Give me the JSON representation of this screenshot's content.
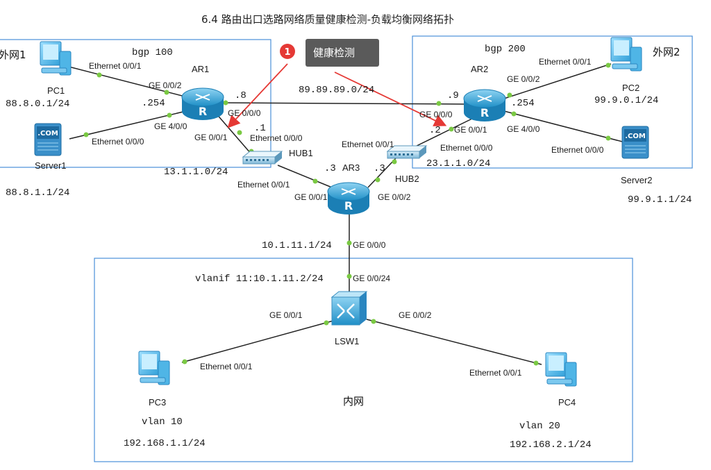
{
  "title": "6.4 路由出口选路网络质量健康检测-负载均衡网络拓扑",
  "callout": {
    "number": "1",
    "text": "健康检测"
  },
  "zones": {
    "ext1": "外网1",
    "ext2": "外网2",
    "internal": "内网",
    "bgp100": "bgp 100",
    "bgp200": "bgp 200"
  },
  "devices": {
    "pc1": "PC1",
    "pc2": "PC2",
    "pc3": "PC3",
    "pc4": "PC4",
    "server1": "Server1",
    "server2": "Server2",
    "ar1": "AR1",
    "ar2": "AR2",
    "ar3": "AR3",
    "hub1": "HUB1",
    "hub2": "HUB2",
    "lsw1": "LSW1"
  },
  "addresses": {
    "pc1": "88.8.0.1/24",
    "server1": "88.8.1.1/24",
    "pc2": "99.9.0.1/24",
    "server2": "99.9.1.1/24",
    "ar1_ar2_net": "89.89.89.0/24",
    "ar1_hub_net": "13.1.1.0/24",
    "ar2_hub_net": "23.1.1.0/24",
    "ar3_uplink": "10.1.11.1/24",
    "lsw_vlanif": "vlanif 11:10.1.11.2/24",
    "pc3": "192.168.1.1/24",
    "pc4": "192.168.2.1/24",
    "vlan10": "vlan 10",
    "vlan20": "vlan 20"
  },
  "hosts": {
    "ar1_254": ".254",
    "ar1_8": ".8",
    "ar1_1": ".1",
    "ar2_9": ".9",
    "ar2_254": ".254",
    "ar2_2": ".2",
    "ar3_3a": ".3",
    "ar3_3b": ".3"
  },
  "ports": {
    "pc1_eth": "Ethernet 0/0/1",
    "ar1_ge002": "GE 0/0/2",
    "server1_eth": "Ethernet 0/0/0",
    "ar1_ge400": "GE 4/0/0",
    "ar1_ge000": "GE 0/0/0",
    "ar1_ge001": "GE 0/0/1",
    "hub1_eth000": "Ethernet 0/0/0",
    "hub1_eth001": "Ethernet 0/0/1",
    "ar3_ge001": "GE 0/0/1",
    "ar3_ge002": "GE 0/0/2",
    "ar3_ge000": "GE 0/0/0",
    "hub2_eth001": "Ethernet 0/0/1",
    "hub2_eth000": "Ethernet 0/0/0",
    "ar2_ge001": "GE 0/0/1",
    "ar2_ge000": "GE 0/0/0",
    "ar2_ge002": "GE 0/0/2",
    "ar2_ge400": "GE 4/0/0",
    "pc2_eth": "Ethernet 0/0/1",
    "server2_eth": "Ethernet 0/0/0",
    "lsw_ge0024": "GE 0/0/24",
    "lsw_ge001": "GE 0/0/1",
    "lsw_ge002": "GE 0/0/2",
    "pc3_eth": "Ethernet 0/0/1",
    "pc4_eth": "Ethernet 0/0/1"
  },
  "colors": {
    "zone_border": "#4a90d9",
    "link": "#222222",
    "port_dot": "#7ac943",
    "arrow": "#e53935",
    "callout_bg": "#5a5a5a",
    "callout_badge": "#e53935",
    "router": "#3aa7d8",
    "switch": "#5ab4e0"
  },
  "icons": [
    "pc-icon",
    "server-icon",
    "router-icon",
    "hub-icon",
    "switch-icon"
  ]
}
